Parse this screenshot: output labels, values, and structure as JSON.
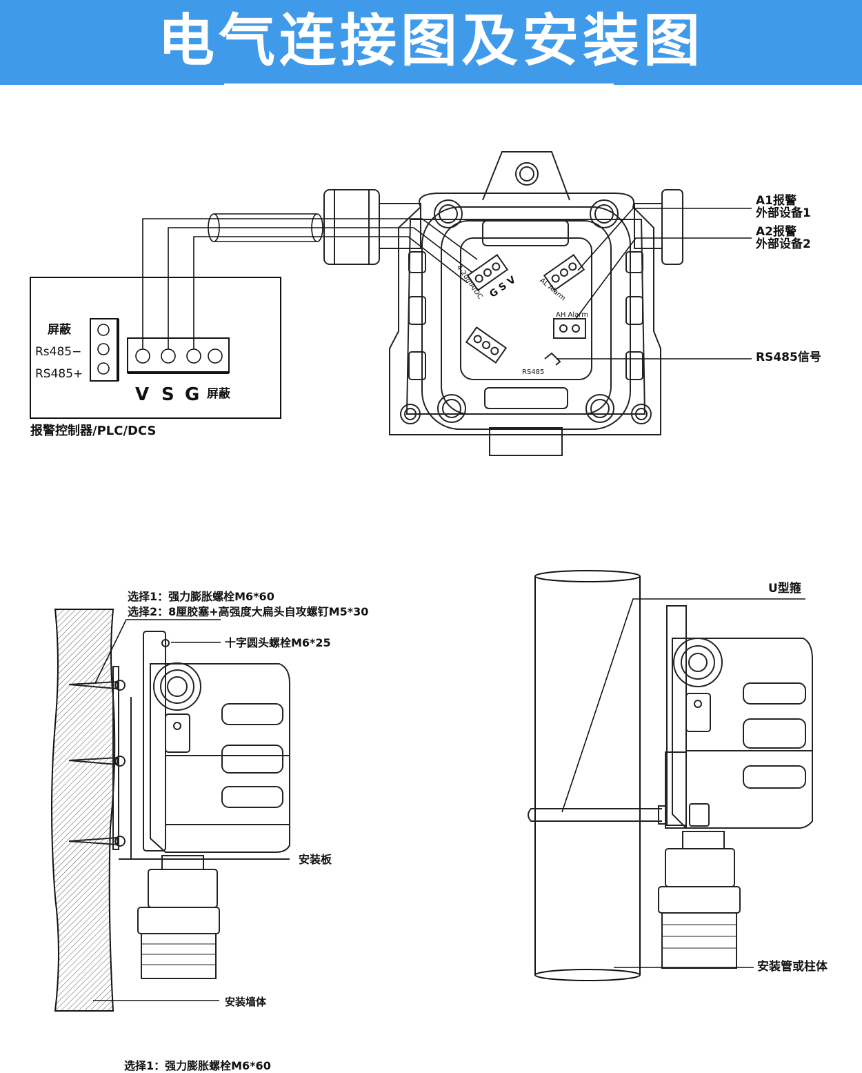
{
  "header": {
    "title": "电气连接图及安装图",
    "background_color": "#3f9be9",
    "text_color": "#ffffff"
  },
  "wiring": {
    "controller_label": "报警控制器/PLC/DCS",
    "rs485_terminal": [
      "屏蔽",
      "Rs485−",
      "RS485+"
    ],
    "power_terminal": {
      "letters": [
        "V",
        "S",
        "G"
      ],
      "shield": "屏蔽"
    },
    "device_terminal_4_20": "4-20mA/DC",
    "device_terminal_letters": "G S V",
    "al_alarm": "AL Alarm",
    "ah_alarm": "AH Alarm",
    "rs485_port": "RS485",
    "a1_alarm": "A1报警",
    "a1_device": "外部设备1",
    "a2_alarm": "A2报警",
    "a2_device": "外部设备2",
    "rs485_signal": "RS485信号"
  },
  "wall_mount": {
    "option1": "选择1：强力膨胀螺栓M6*60",
    "option2": "选择2：8厘胶塞+高强度大扁头自攻螺钉M5*30",
    "screw": "十字圆头螺栓M6*25",
    "plate": "安装板",
    "wall": "安装墙体"
  },
  "pole_mount": {
    "u_bolt": "U型箍",
    "pole": "安装管或柱体"
  },
  "footer_cut": "选择1：强力膨胀螺栓M6*60"
}
